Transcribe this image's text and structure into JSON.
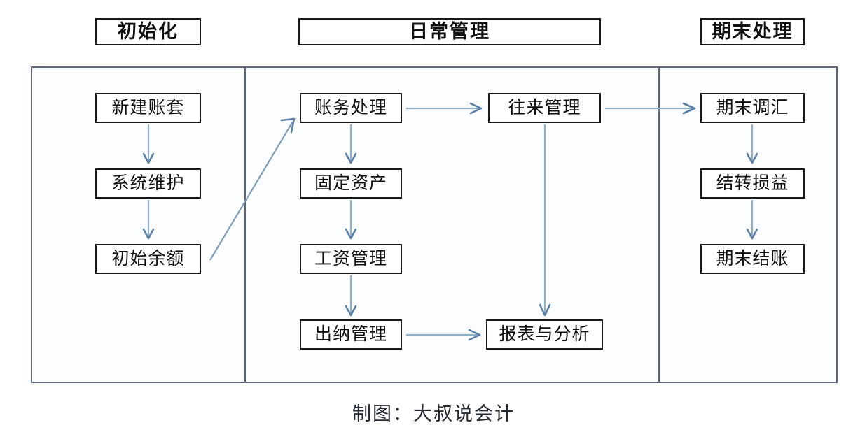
{
  "diagram": {
    "caption": "制图：大叔说会计",
    "colors": {
      "frame_border": "#5a657a",
      "node_border": "#17181c",
      "arrow_line": "#8fafc9",
      "arrow_head": "#5b7fa6",
      "panel_background": "#fbfdff",
      "text": "#111111"
    },
    "section_headers": [
      {
        "label": "初始化",
        "name": "section-header-initialization"
      },
      {
        "label": "日常管理",
        "name": "section-header-daily-management"
      },
      {
        "label": "期末处理",
        "name": "section-header-period-end"
      }
    ],
    "columns": [
      {
        "name": "initialization",
        "nodes": [
          {
            "label": "新建账套"
          },
          {
            "label": "系统维护"
          },
          {
            "label": "初始余额"
          }
        ]
      },
      {
        "name": "daily-management-left",
        "nodes": [
          {
            "label": "账务处理"
          },
          {
            "label": "固定资产"
          },
          {
            "label": "工资管理"
          },
          {
            "label": "出纳管理"
          }
        ]
      },
      {
        "name": "daily-management-right",
        "nodes": [
          {
            "label": "往来管理"
          },
          {
            "label": "报表与分析"
          }
        ]
      },
      {
        "name": "period-end",
        "nodes": [
          {
            "label": "期末调汇"
          },
          {
            "label": "结转损益"
          },
          {
            "label": "期末结账"
          }
        ]
      }
    ],
    "flows": [
      {
        "from": "新建账套",
        "to": "系统维护",
        "direction": "down"
      },
      {
        "from": "系统维护",
        "to": "初始余额",
        "direction": "down"
      },
      {
        "from": "初始余额",
        "to": "账务处理",
        "direction": "diagonal-up-right"
      },
      {
        "from": "账务处理",
        "to": "固定资产",
        "direction": "down"
      },
      {
        "from": "固定资产",
        "to": "工资管理",
        "direction": "down"
      },
      {
        "from": "工资管理",
        "to": "出纳管理",
        "direction": "down"
      },
      {
        "from": "账务处理",
        "to": "往来管理",
        "direction": "right"
      },
      {
        "from": "出纳管理",
        "to": "报表与分析",
        "direction": "right"
      },
      {
        "from": "往来管理",
        "to": "报表与分析",
        "direction": "down"
      },
      {
        "from": "往来管理",
        "to": "期末调汇",
        "direction": "right"
      },
      {
        "from": "期末调汇",
        "to": "结转损益",
        "direction": "down"
      },
      {
        "from": "结转损益",
        "to": "期末结账",
        "direction": "down"
      }
    ]
  }
}
